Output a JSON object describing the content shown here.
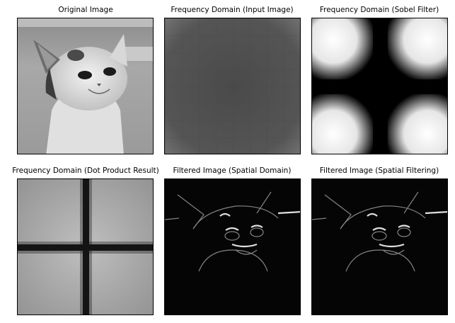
{
  "figure": {
    "panels": [
      {
        "title": "Original Image",
        "image": "grayscale cat photo"
      },
      {
        "title": "Frequency Domain (Input Image)",
        "image": "grey magnitude spectrum"
      },
      {
        "title": "Frequency Domain (Sobel Filter)",
        "image": "four white blobs separated by black cross"
      },
      {
        "title": "Frequency Domain (Dot Product Result)",
        "image": "grey spectrum with dark cross"
      },
      {
        "title": "Filtered Image (Spatial Domain)",
        "image": "edge-detected cat on black"
      },
      {
        "title": "Filtered Image (Spatial Filtering)",
        "image": "edge-detected cat on black"
      }
    ]
  }
}
